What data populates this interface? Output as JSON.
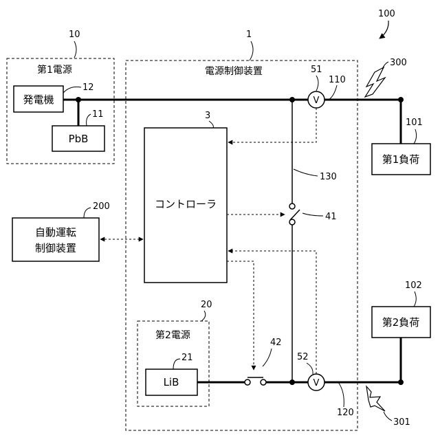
{
  "system_ref": "100",
  "first_power": {
    "ref": "10",
    "title": "第1電源",
    "generator": "発電機",
    "generator_ref": "12",
    "battery": "PbB",
    "battery_ref": "11"
  },
  "controller_device": {
    "ref": "1",
    "title": "電源制御装置"
  },
  "controller": {
    "ref": "3",
    "label": "コントローラ"
  },
  "autonomous": {
    "ref": "200",
    "line1": "自動運転",
    "line2": "制御装置"
  },
  "second_power": {
    "ref": "20",
    "title": "第2電源",
    "battery": "LiB",
    "battery_ref": "21"
  },
  "loads": [
    {
      "ref": "101",
      "label": "第1負荷"
    },
    {
      "ref": "102",
      "label": "第2負荷"
    }
  ],
  "voltmeters": [
    {
      "ref": "51",
      "symbol": "V"
    },
    {
      "ref": "52",
      "symbol": "V"
    }
  ],
  "switches": [
    {
      "ref": "41"
    },
    {
      "ref": "42"
    }
  ],
  "lines": {
    "upper": "110",
    "lower": "120",
    "link": "130"
  },
  "faults": [
    {
      "ref": "300"
    },
    {
      "ref": "301"
    }
  ]
}
